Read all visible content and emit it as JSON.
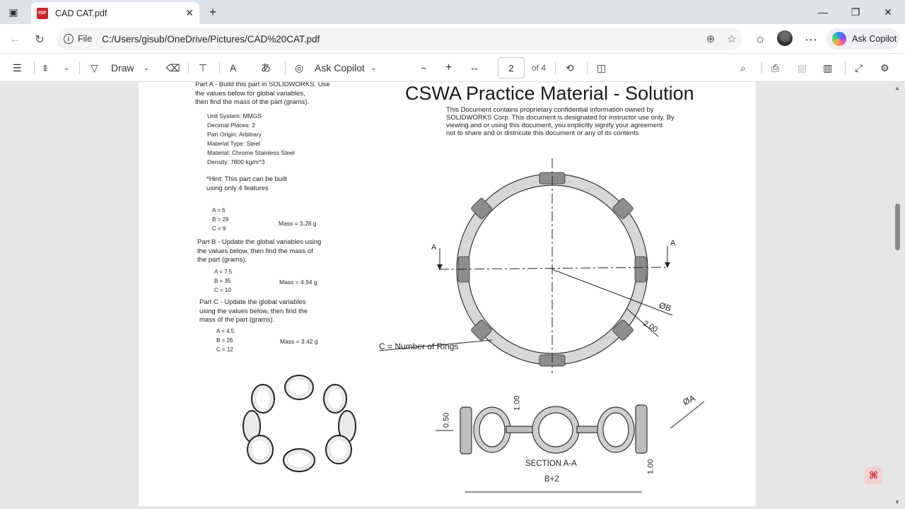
{
  "browser": {
    "tab_title": "CAD CAT.pdf",
    "address_scheme": "File",
    "address_url": "C:/Users/gisub/OneDrive/Pictures/CAD%20CAT.pdf",
    "copilot_label": "Ask Copilot"
  },
  "toolbar": {
    "draw_label": "Draw",
    "ask_copilot_label": "Ask Copilot",
    "page_current": "2",
    "page_total": "of 4"
  },
  "document": {
    "title": "CSWA Practice Material - Solution",
    "notice": [
      "This Document contains proprietary confidential information owned by",
      "SOLIDWORKS Corp. This document is designated for instructor use only. By",
      "viewing and or using this document, you implicitly signify your agreement",
      "not to share and or districute this document or any of its contents"
    ],
    "part_a_intro": [
      "Part A - Build this part in SOLIDWORKS. Use",
      "the values below for global variables,",
      "then find the mass of the part (grams)."
    ],
    "specs": [
      "Unit System: MMGS",
      "Decimal Places: 2",
      "Part Origin: Arbitrary",
      "Material Type: Steel",
      "Material: Chrome Stainless Steel",
      "Density: 7800 kg/m^3"
    ],
    "hint": [
      "*Hint: This part can be built",
      "using only 4 features"
    ],
    "part_a_vars": [
      "A = 6",
      "B = 29",
      "C = 9"
    ],
    "part_a_mass": "Mass = 3.28 g",
    "part_b_intro": [
      "Part B - Update the global variables using",
      "the values below, then find the mass of",
      "the part (grams)."
    ],
    "part_b_vars": [
      "A = 7.5",
      "B = 35",
      "C = 10"
    ],
    "part_b_mass": "Mass = 4.94 g",
    "part_c_intro": [
      "Part C - Update the global variables",
      "using the values below, then find the",
      "mass of the part (grams)."
    ],
    "part_c_vars": [
      "A = 4.5",
      "B = 26",
      "C = 12"
    ],
    "part_c_mass": "Mass = 3.42 g",
    "drawing": {
      "label_a": "A",
      "label_dia_b": "ØB",
      "label_200": "2.00",
      "label_rings": "C = Number of Rings",
      "label_050": "0.50",
      "label_100_top": "1.00",
      "label_dia_a": "ØA",
      "label_100_right": "1.00",
      "section_label": "SECTION A-A",
      "label_b2": "B+2"
    }
  }
}
